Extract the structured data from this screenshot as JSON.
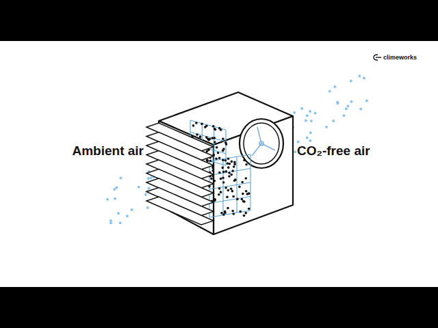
{
  "diagram": {
    "labels": [
      "Ambient air",
      "CO₂-free air",
      "climeworks"
    ]
  }
}
